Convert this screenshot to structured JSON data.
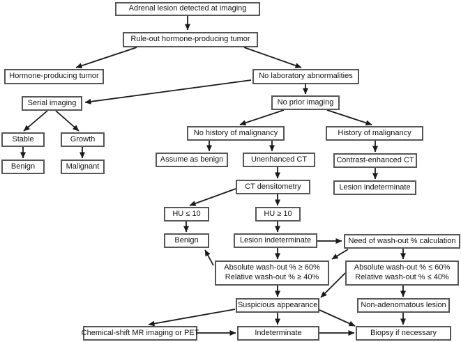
{
  "nodes": {
    "adrenal_lesion": {
      "label": "Adrenal lesion detected at imaging"
    },
    "rule_out": {
      "label": "Rule-out hormone-producing tumor"
    },
    "hormone_tumor": {
      "label": "Hormone-producing tumor"
    },
    "no_lab": {
      "label": "No laboratory abnormalities"
    },
    "serial_imaging": {
      "label": "Serial imaging"
    },
    "no_prior": {
      "label": "No prior imaging"
    },
    "stable": {
      "label": "Stable"
    },
    "growth": {
      "label": "Growth"
    },
    "benign_serial": {
      "label": "Benign"
    },
    "malignant": {
      "label": "Malignant"
    },
    "no_history": {
      "label": "No history of malignancy"
    },
    "history": {
      "label": "History of malignancy"
    },
    "assume_benign": {
      "label": "Assume as benign"
    },
    "unenhanced_ct": {
      "label": "Unenhanced CT"
    },
    "contrast_ct": {
      "label": "Contrast-enhanced CT"
    },
    "ct_densitometry": {
      "label": "CT densitometry"
    },
    "lesion_indeterminate_right": {
      "label": "Lesion indeterminate"
    },
    "hu_le_10": {
      "label": "HU ≤ 10"
    },
    "hu_ge_10": {
      "label": "HU ≥ 10"
    },
    "benign_ct": {
      "label": "Benign"
    },
    "lesion_indeterminate_center": {
      "label": "Lesion indeterminate"
    },
    "need_washout": {
      "label": "Need of wash-out % calculation"
    },
    "washout_high": {
      "line1": "Absolute wash-out % ≥ 60%",
      "line2": "Relative wash-out % ≥ 40%"
    },
    "washout_low": {
      "line1": "Absolute wash-out % ≤ 60%",
      "line2": "Relative wash-out % ≤ 40%"
    },
    "suspicious": {
      "label": "Suspicious appearance"
    },
    "non_adenomatous": {
      "label": "Non-adenomatous lesion"
    },
    "chemical_shift": {
      "label": "Chemical-shift MR imaging or PET"
    },
    "indeterminate": {
      "label": "Indeterminate"
    },
    "biopsy": {
      "label": "Biopsy if necessary"
    }
  },
  "edges": [
    {
      "from": "adrenal_lesion",
      "to": "rule_out"
    },
    {
      "from": "rule_out",
      "to": "hormone_tumor"
    },
    {
      "from": "rule_out",
      "to": "no_lab"
    },
    {
      "from": "no_lab",
      "to": "serial_imaging"
    },
    {
      "from": "no_lab",
      "to": "no_prior"
    },
    {
      "from": "serial_imaging",
      "to": "stable"
    },
    {
      "from": "serial_imaging",
      "to": "growth"
    },
    {
      "from": "stable",
      "to": "benign_serial"
    },
    {
      "from": "growth",
      "to": "malignant"
    },
    {
      "from": "no_prior",
      "to": "no_history"
    },
    {
      "from": "no_prior",
      "to": "history"
    },
    {
      "from": "no_history",
      "to": "assume_benign"
    },
    {
      "from": "no_history",
      "to": "unenhanced_ct"
    },
    {
      "from": "history",
      "to": "contrast_ct"
    },
    {
      "from": "contrast_ct",
      "to": "lesion_indeterminate_right"
    },
    {
      "from": "unenhanced_ct",
      "to": "ct_densitometry"
    },
    {
      "from": "ct_densitometry",
      "to": "hu_le_10"
    },
    {
      "from": "ct_densitometry",
      "to": "hu_ge_10"
    },
    {
      "from": "hu_le_10",
      "to": "benign_ct"
    },
    {
      "from": "hu_ge_10",
      "to": "lesion_indeterminate_center"
    },
    {
      "from": "lesion_indeterminate_center",
      "to": "need_washout"
    },
    {
      "from": "lesion_indeterminate_center",
      "to": "washout_high"
    },
    {
      "from": "need_washout",
      "to": "washout_low"
    },
    {
      "from": "need_washout",
      "to": "washout_high"
    },
    {
      "from": "washout_high",
      "to": "benign_ct"
    },
    {
      "from": "washout_high",
      "to": "suspicious"
    },
    {
      "from": "washout_low",
      "to": "non_adenomatous"
    },
    {
      "from": "washout_low",
      "to": "suspicious"
    },
    {
      "from": "suspicious",
      "to": "indeterminate"
    },
    {
      "from": "suspicious",
      "to": "chemical_shift"
    },
    {
      "from": "suspicious",
      "to": "biopsy"
    },
    {
      "from": "chemical_shift",
      "to": "indeterminate"
    },
    {
      "from": "indeterminate",
      "to": "biopsy"
    },
    {
      "from": "non_adenomatous",
      "to": "biopsy"
    }
  ],
  "colors": {
    "background": "#ffffff",
    "box_fill": "#ffffff",
    "box_border": "#565656",
    "arrow": "#1a1a1a",
    "text": "#141414"
  }
}
